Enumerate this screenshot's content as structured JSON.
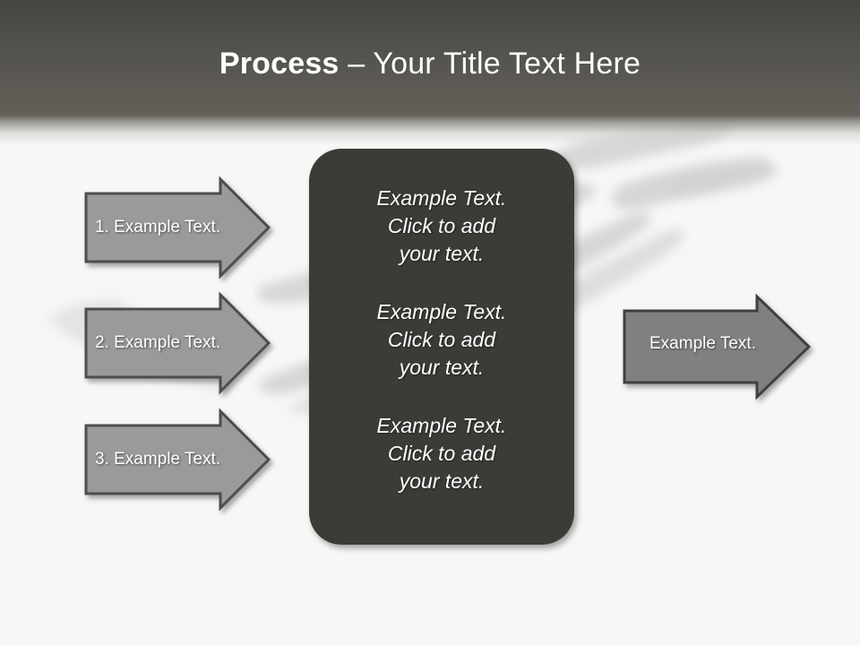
{
  "slide": {
    "title_strong": "Process",
    "title_rest": " – Your Title Text Here",
    "background_color": "#f7f7f6",
    "header_color": "#54524e",
    "accent_dark": "#3d3b37",
    "arrow_fill": "#9a9a9a",
    "arrow_fill_right": "#808080",
    "arrow_stroke": "#4d4d4d",
    "text_color": "#ffffff"
  },
  "left_arrows": [
    {
      "label": "1. Example Text.",
      "name": "arrow-step-1"
    },
    {
      "label": "2. Example Text.",
      "name": "arrow-step-2"
    },
    {
      "label": "3. Example Text.",
      "name": "arrow-step-3"
    }
  ],
  "center_box": {
    "blocks": [
      "Example Text.\nClick  to add\nyour text.",
      "Example Text.\nClick  to add\nyour text.",
      "Example Text.\nClick  to add\nyour text."
    ]
  },
  "right_arrow": {
    "label": "Example Text."
  }
}
